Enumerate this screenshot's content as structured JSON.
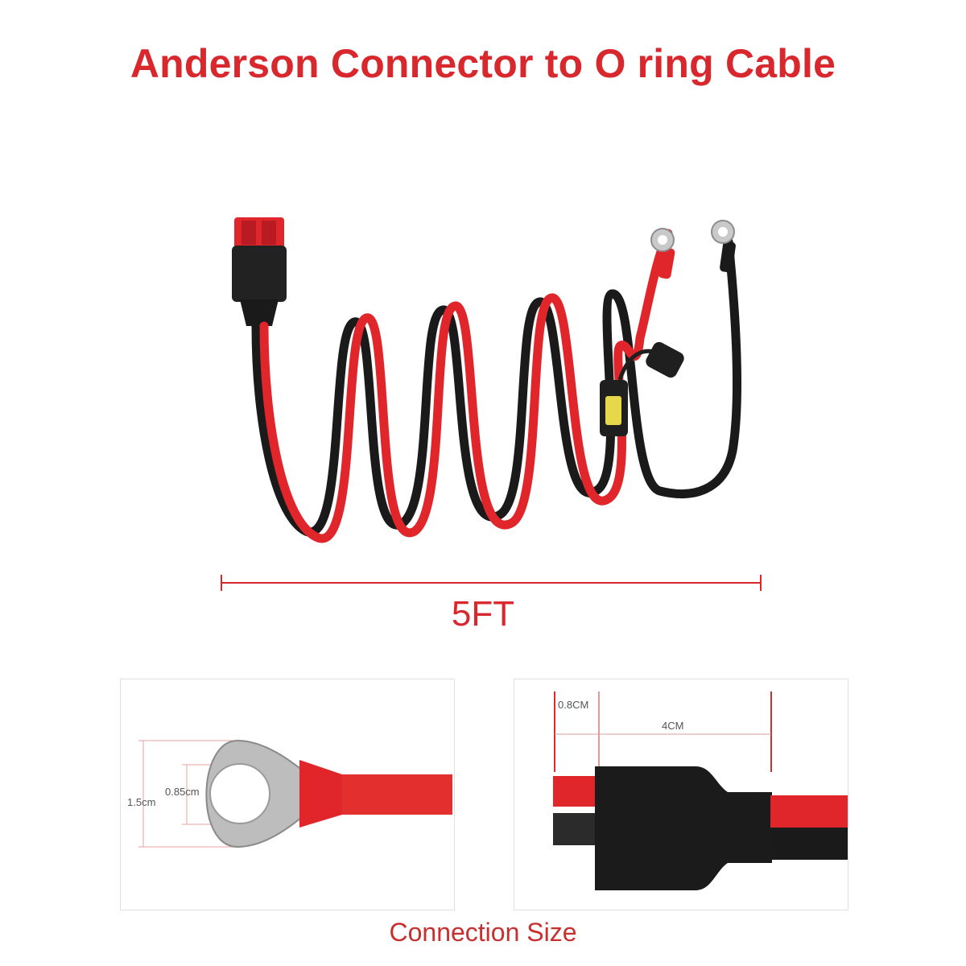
{
  "title": "Anderson Connector to O ring Cable",
  "length_label": "5FT",
  "ring_panel": {
    "outer_diameter_label": "1.5cm",
    "hole_diameter_label": "0.85cm"
  },
  "connector_panel": {
    "tip_label": "0.8CM",
    "housing_label": "4CM"
  },
  "caption": "Connection Size",
  "colors": {
    "accent_red": "#d8282d",
    "wire_red": "#e0252b",
    "wire_black": "#1a1a1a"
  }
}
